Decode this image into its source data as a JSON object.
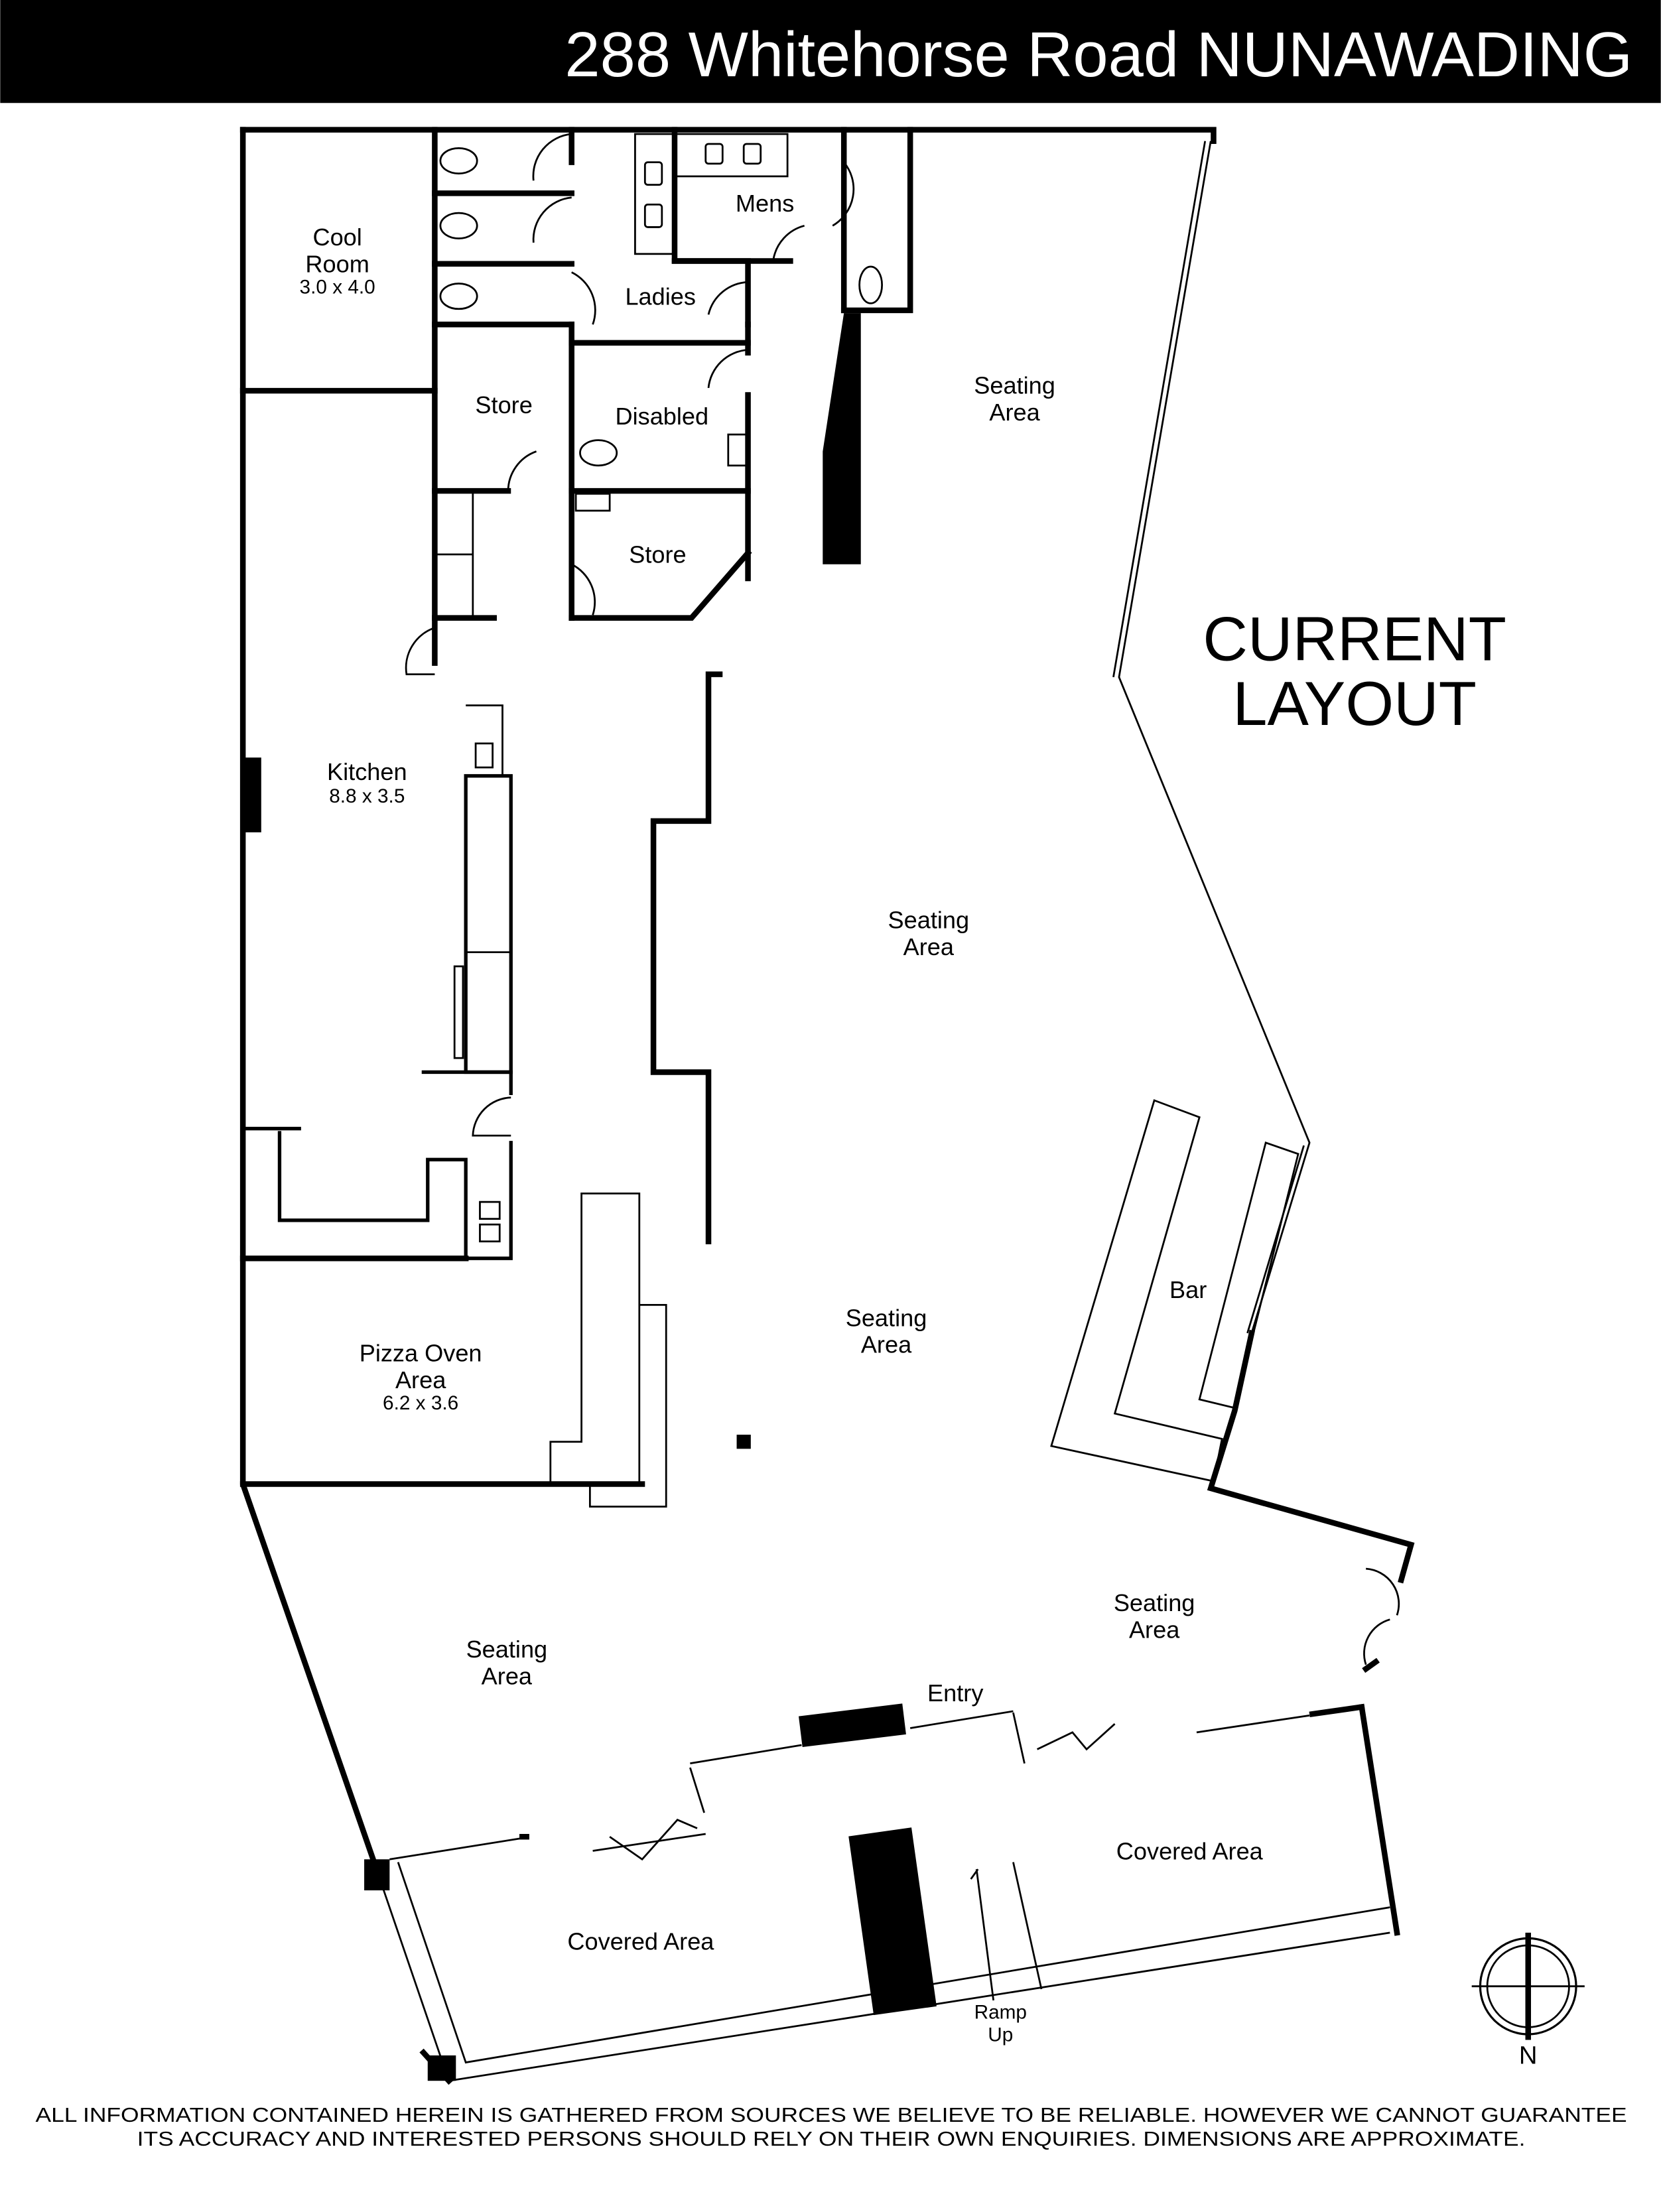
{
  "header": {
    "title": "288 Whitehorse Road NUNAWADING"
  },
  "plan_title": {
    "line1": "CURRENT",
    "line2": "LAYOUT"
  },
  "rooms": {
    "cool_room": {
      "name_line1": "Cool",
      "name_line2": "Room",
      "dims": "3.0 x 4.0"
    },
    "mens": {
      "name": "Mens"
    },
    "ladies": {
      "name": "Ladies"
    },
    "store_1": {
      "name": "Store"
    },
    "disabled": {
      "name": "Disabled"
    },
    "store_2": {
      "name": "Store"
    },
    "seating_1": {
      "line1": "Seating",
      "line2": "Area"
    },
    "kitchen": {
      "name": "Kitchen",
      "dims": "8.8 x 3.5"
    },
    "seating_2": {
      "line1": "Seating",
      "line2": "Area"
    },
    "seating_3": {
      "line1": "Seating",
      "line2": "Area"
    },
    "bar": {
      "name": "Bar"
    },
    "pizza_oven": {
      "name_line1": "Pizza Oven",
      "name_line2": "Area",
      "dims": "6.2 x 3.6"
    },
    "seating_4": {
      "line1": "Seating",
      "line2": "Area"
    },
    "seating_5": {
      "line1": "Seating",
      "line2": "Area"
    },
    "entry": {
      "name": "Entry"
    },
    "covered_1": {
      "name": "Covered Area"
    },
    "covered_2": {
      "name": "Covered Area"
    },
    "ramp": {
      "line1": "Ramp",
      "line2": "Up"
    }
  },
  "compass": {
    "label": "N"
  },
  "disclaimer": {
    "line1": "ALL INFORMATION CONTAINED HEREIN IS GATHERED FROM SOURCES WE BELIEVE TO BE RELIABLE. HOWEVER WE CANNOT GUARANTEE",
    "line2": "ITS ACCURACY AND INTERESTED PERSONS SHOULD RELY ON THEIR OWN ENQUIRIES. DIMENSIONS ARE APPROXIMATE."
  }
}
